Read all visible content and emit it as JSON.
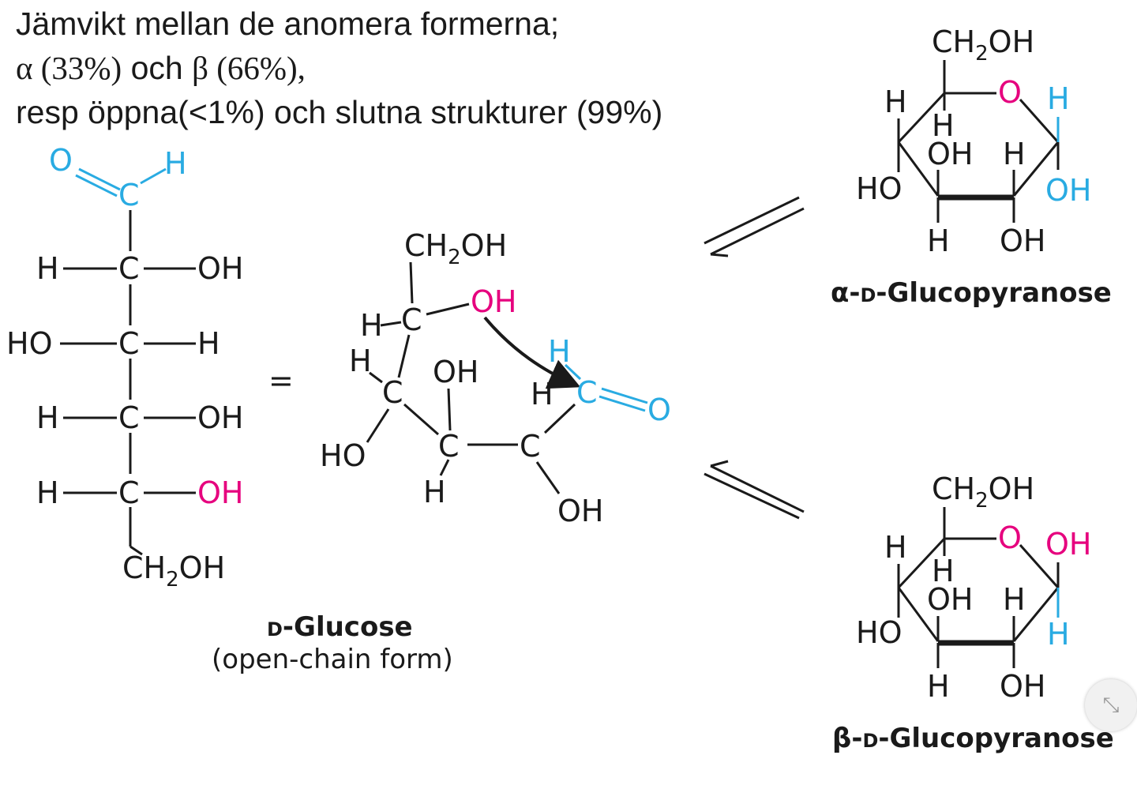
{
  "caption": {
    "line1": "Jämvikt mellan de anomera formerna;",
    "line2_alpha": "α (33%)",
    "line2_och": " och ",
    "line2_beta": "β (66%),",
    "line3": "resp öppna(<1%) och slutna strukturer (99%)"
  },
  "atoms": {
    "O": "O",
    "H": "H",
    "C": "C",
    "OH": "OH",
    "HO": "HO",
    "CH2": "CH",
    "sub2": "2",
    "OHsuffix": "OH",
    "equals": "="
  },
  "labels": {
    "glucose_prefix": "D",
    "glucose_name": "-Glucose",
    "glucose_sub": "(open-chain form)",
    "alpha_prefix": "α-",
    "alpha_d": "D",
    "alpha_name": "-Glucopyranose",
    "beta_prefix": "β-",
    "beta_d": "D",
    "beta_name": "-Glucopyranose"
  },
  "colors": {
    "cyan": "#29abe2",
    "magenta": "#e6007e",
    "black": "#1a1a1a"
  },
  "icons": {
    "corner_button": "collapse-icon"
  }
}
